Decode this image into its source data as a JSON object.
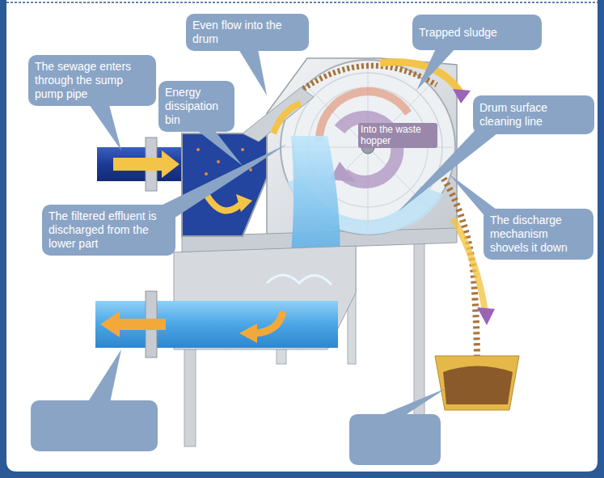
{
  "diagram": {
    "nodes": [
      {
        "text": [
          "The sewage enters through the sump pump pipe"
        ]
      },
      {
        "text": [
          "Even flow into the drum"
        ]
      },
      {
        "text": [
          "Energy dissipation bin"
        ]
      },
      {
        "text": [
          "Trapped sludge"
        ]
      },
      {
        "text": [
          "Drum surface cleaning line"
        ]
      },
      {
        "text": [
          "The filtered effluent is discharged from the lower part"
        ]
      },
      {
        "text": [
          "The discharge mechanism shovels it down"
        ]
      }
    ],
    "labels": [
      "Into the waste hopper"
    ]
  }
}
